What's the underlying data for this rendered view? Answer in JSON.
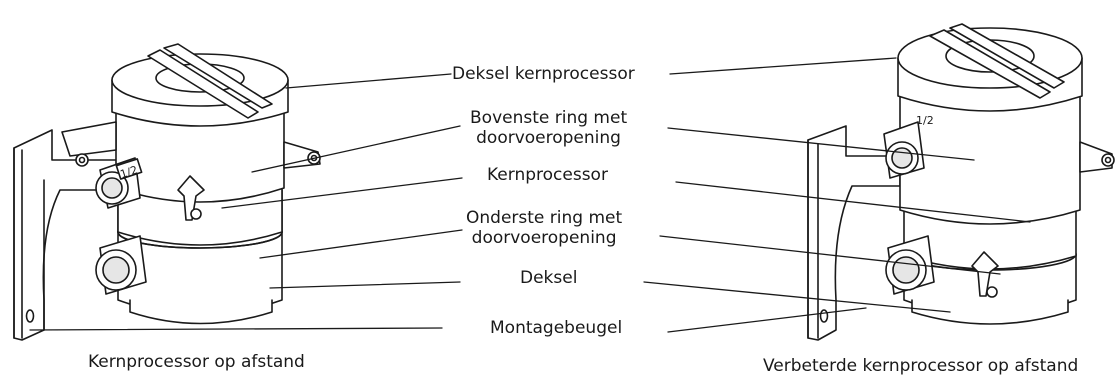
{
  "labels": {
    "cover_core_processor": "Deksel kernprocessor",
    "upper_ring_line1": "Bovenste ring met",
    "upper_ring_line2": "doorvoeropening",
    "core_processor": "Kernprocessor",
    "lower_ring_line1": "Onderste ring met",
    "lower_ring_line2": "doorvoeropening",
    "cover": "Deksel",
    "mounting_bracket": "Montagebeugel"
  },
  "captions": {
    "left": "Kernprocessor op afstand",
    "right": "Verbeterde kernprocessor op afstand"
  },
  "port_marks": {
    "left": "1/2",
    "right": "1/2"
  }
}
